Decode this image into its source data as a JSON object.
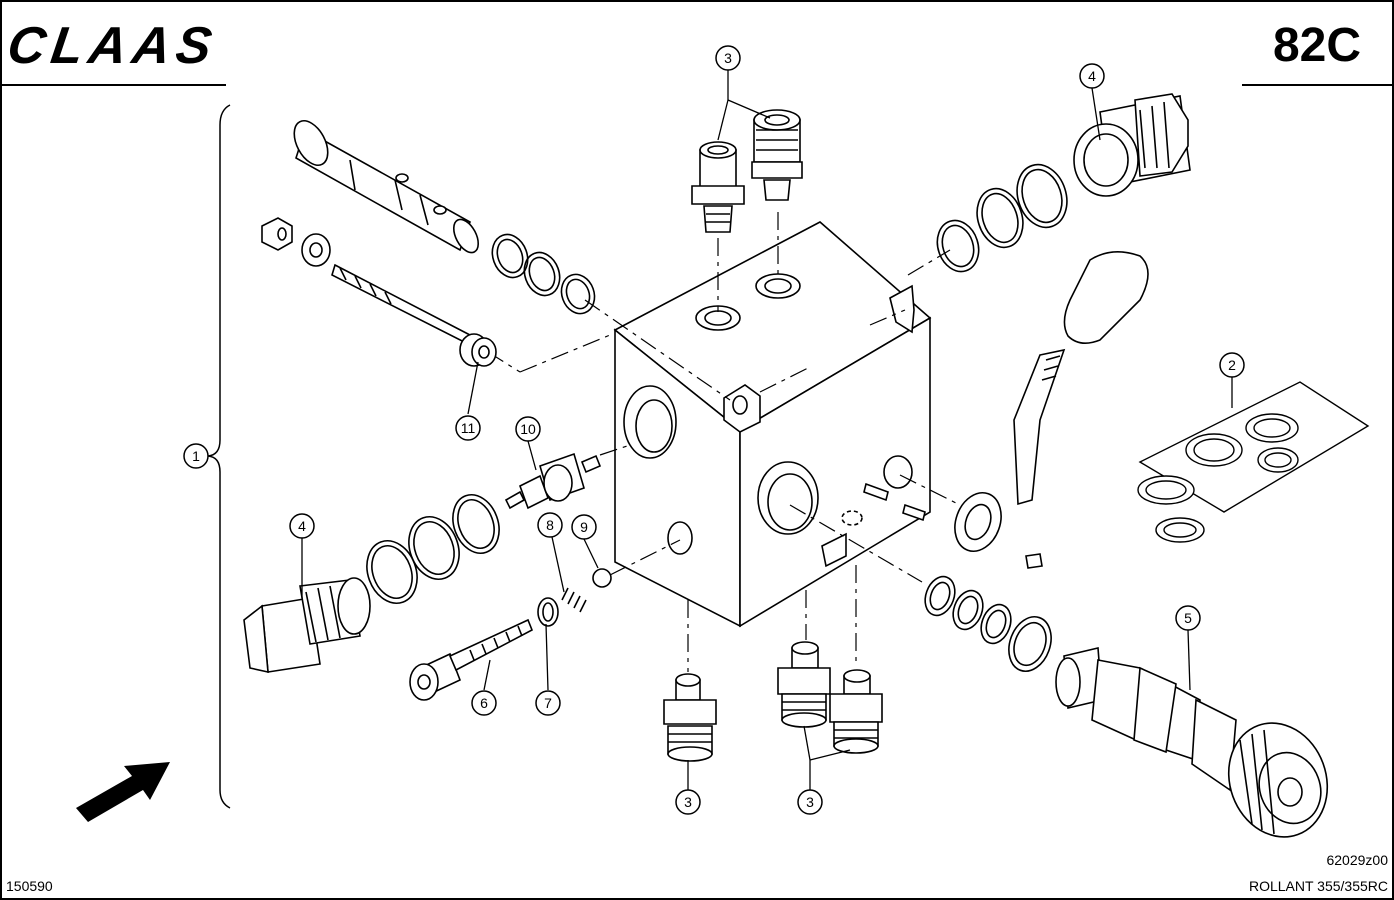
{
  "header": {
    "brand": "CLAAS",
    "page_code": "82C"
  },
  "footer": {
    "left_code": "150590",
    "drawing_number": "62029z00",
    "model": "ROLLANT 355/355RC"
  },
  "callouts": [
    {
      "id": "callout-1",
      "label": "1"
    },
    {
      "id": "callout-2",
      "label": "2"
    },
    {
      "id": "callout-3a",
      "label": "3"
    },
    {
      "id": "callout-3b",
      "label": "3"
    },
    {
      "id": "callout-3c",
      "label": "3"
    },
    {
      "id": "callout-4a",
      "label": "4"
    },
    {
      "id": "callout-4b",
      "label": "4"
    },
    {
      "id": "callout-5",
      "label": "5"
    },
    {
      "id": "callout-6",
      "label": "6"
    },
    {
      "id": "callout-7",
      "label": "7"
    },
    {
      "id": "callout-8",
      "label": "8"
    },
    {
      "id": "callout-9",
      "label": "9"
    },
    {
      "id": "callout-10",
      "label": "10"
    },
    {
      "id": "callout-11",
      "label": "11"
    }
  ]
}
